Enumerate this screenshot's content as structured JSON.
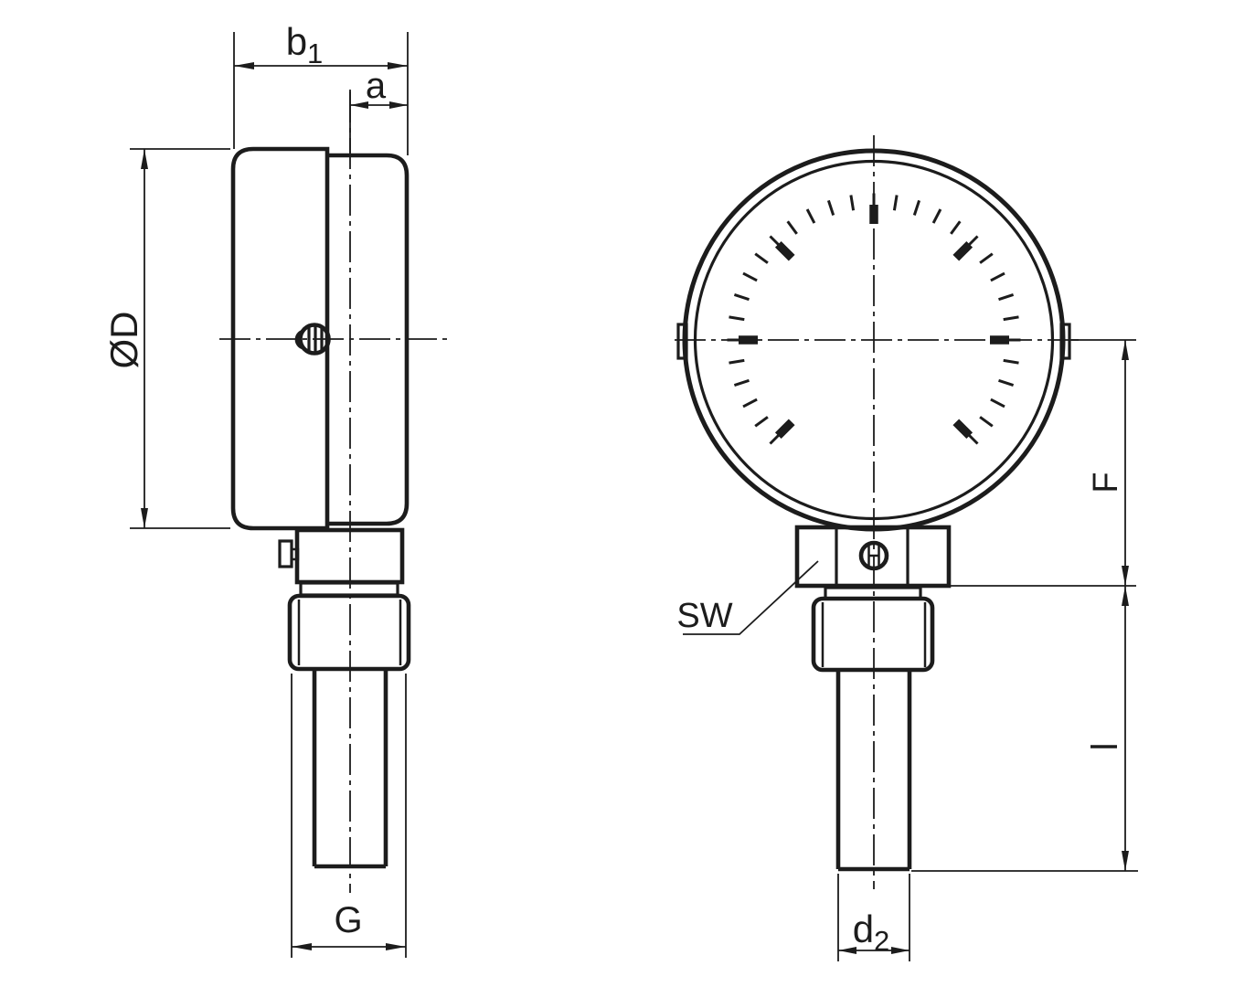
{
  "page": {
    "background": "#ffffff"
  },
  "drawing": {
    "line_color": "#1c1c1c",
    "labels": {
      "b1": {
        "base": "b",
        "sub": "1"
      },
      "a": "a",
      "D": "ØD",
      "G": "G",
      "SW": "SW",
      "F": "F",
      "l": "l",
      "d2": {
        "base": "d",
        "sub": "2"
      }
    },
    "dial": {
      "arc_start_deg": -45,
      "arc_end_deg": 225,
      "minor_step_deg": 9,
      "major_every_deg": 45
    }
  }
}
